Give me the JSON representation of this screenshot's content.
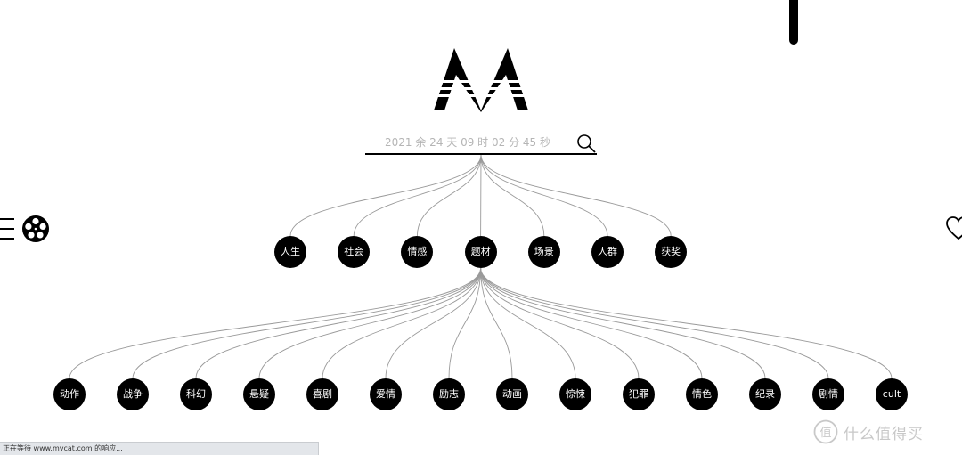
{
  "brand": {
    "name": "M"
  },
  "search": {
    "placeholder": "2021 余 24 天 09 时 02 分 45 秒"
  },
  "tree": {
    "root": {
      "label": ""
    },
    "level1": [
      {
        "label": "人生"
      },
      {
        "label": "社会"
      },
      {
        "label": "情感"
      },
      {
        "label": "题材"
      },
      {
        "label": "场景"
      },
      {
        "label": "人群"
      },
      {
        "label": "获奖"
      }
    ],
    "expanded_index": 3,
    "level2": [
      {
        "label": "动作"
      },
      {
        "label": "战争"
      },
      {
        "label": "科幻"
      },
      {
        "label": "悬疑"
      },
      {
        "label": "喜剧"
      },
      {
        "label": "爱情"
      },
      {
        "label": "励志"
      },
      {
        "label": "动画"
      },
      {
        "label": "惊悚"
      },
      {
        "label": "犯罪"
      },
      {
        "label": "情色"
      },
      {
        "label": "纪录"
      },
      {
        "label": "剧情"
      },
      {
        "label": "cult"
      }
    ]
  },
  "side_icons": {
    "left": [
      "menu-icon",
      "film-reel-icon"
    ],
    "right": [
      "heart-icon"
    ]
  },
  "status_bar": {
    "text": "正在等待 www.mvcat.com 的响应..."
  },
  "watermark": {
    "badge": "值",
    "text": "什么值得买"
  },
  "colors": {
    "node_fill": "#000000",
    "node_text": "#ffffff",
    "link_stroke": "#9a9a9a",
    "placeholder": "#b5b5b5",
    "watermark": "#c8c8c8"
  }
}
